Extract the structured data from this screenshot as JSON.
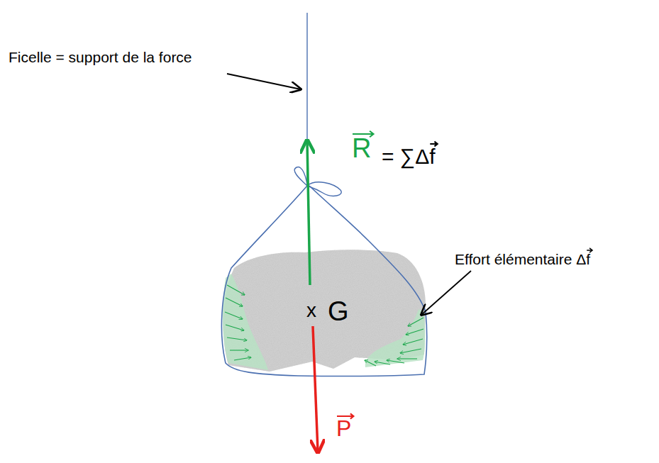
{
  "diagram": {
    "labels": [
      "Ficelle = support de la force",
      "R",
      "= ∑Δf",
      "Effort élémentaire Δf",
      "x",
      "G",
      "P"
    ]
  }
}
